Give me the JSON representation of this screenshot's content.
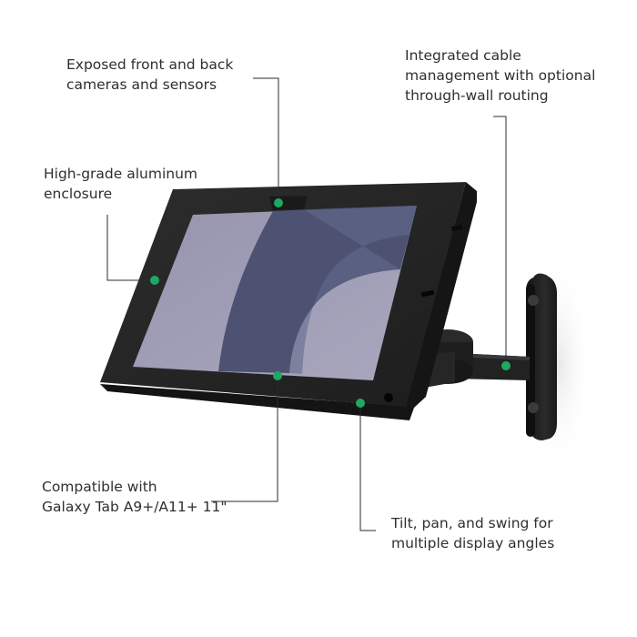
{
  "callouts": {
    "cameras": {
      "line1": "Exposed front and back",
      "line2": "cameras and sensors"
    },
    "enclosure": {
      "line1": "High-grade aluminum",
      "line2": "enclosure"
    },
    "cable": {
      "line1": "Integrated cable",
      "line2": "management with optional",
      "line3": "through-wall routing"
    },
    "compatible": {
      "line1": "Compatible with",
      "line2": "Galaxy Tab A9+/A11+ 11\""
    },
    "tilt": {
      "line1": "Tilt, pan, and swing for",
      "line2": "multiple display angles"
    }
  },
  "colors": {
    "marker": "#1fa861",
    "leader_line": "#2b2b2b",
    "enclosure": "#242424",
    "screen": "#8e8ca6",
    "screen_shape": "#4b4f6e",
    "mount": "#1c1c1c",
    "text": "#2f2f2f"
  }
}
